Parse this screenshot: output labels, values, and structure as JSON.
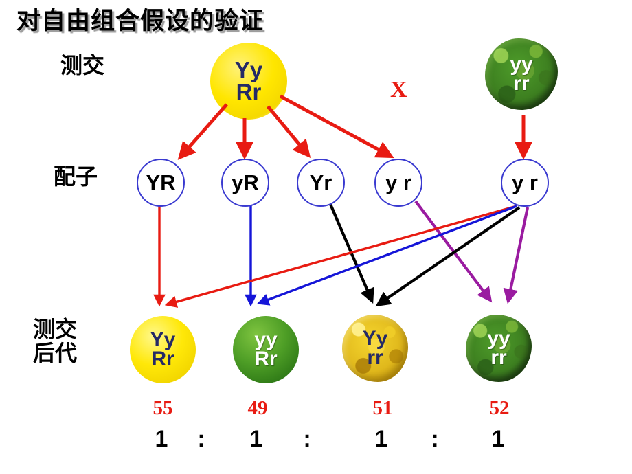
{
  "title": "对自由组合假设的验证",
  "labels": {
    "testcross": "测交",
    "gametes": "配子",
    "offspring_line1": "测交",
    "offspring_line2": "后代"
  },
  "cross_symbol": "X",
  "parents": [
    {
      "name": "yellow-round-parent",
      "line1": "Yy",
      "line2": "Rr",
      "phenotype": "yellow-round",
      "text_color": "#252a66"
    },
    {
      "name": "green-wrinkled-parent",
      "line1": "yy",
      "line2": "rr",
      "phenotype": "green-wrinkled",
      "text_color": "#ffffff"
    }
  ],
  "gametes": [
    {
      "label": "YR",
      "from": "yellow-round-parent",
      "arrow_color": "#e81b12"
    },
    {
      "label": "yR",
      "from": "yellow-round-parent",
      "arrow_color": "#e81b12"
    },
    {
      "label": "Yr",
      "from": "yellow-round-parent",
      "arrow_color": "#e81b12"
    },
    {
      "label": "y r",
      "from": "yellow-round-parent",
      "arrow_color": "#e81b12"
    },
    {
      "label": "y r",
      "from": "green-wrinkled-parent",
      "arrow_color": "#e81b12"
    }
  ],
  "offspring": [
    {
      "line1": "Yy",
      "line2": "Rr",
      "phenotype": "yellow-round",
      "count": "55",
      "ratio": "1",
      "text_color": "#252a66"
    },
    {
      "line1": "yy",
      "line2": "Rr",
      "phenotype": "green-round",
      "count": "49",
      "ratio": "1",
      "text_color": "#ffffff"
    },
    {
      "line1": "Yy",
      "line2": "rr",
      "phenotype": "yellow-wrinkled",
      "count": "51",
      "ratio": "1",
      "text_color": "#252a66"
    },
    {
      "line1": "yy",
      "line2": "rr",
      "phenotype": "green-wrinkled",
      "count": "52",
      "ratio": "1",
      "text_color": "#ffffff"
    }
  ],
  "ratio_separators": [
    ":",
    ":",
    ":"
  ],
  "colors": {
    "red_arrow": "#e81b12",
    "blue_arrow": "#1515d8",
    "black_arrow": "#000000",
    "purple_arrow": "#9a1ba0",
    "gamete_circle_outline": "#3a3ad0",
    "count_text": "#e81b12",
    "title_text": "#000000"
  }
}
